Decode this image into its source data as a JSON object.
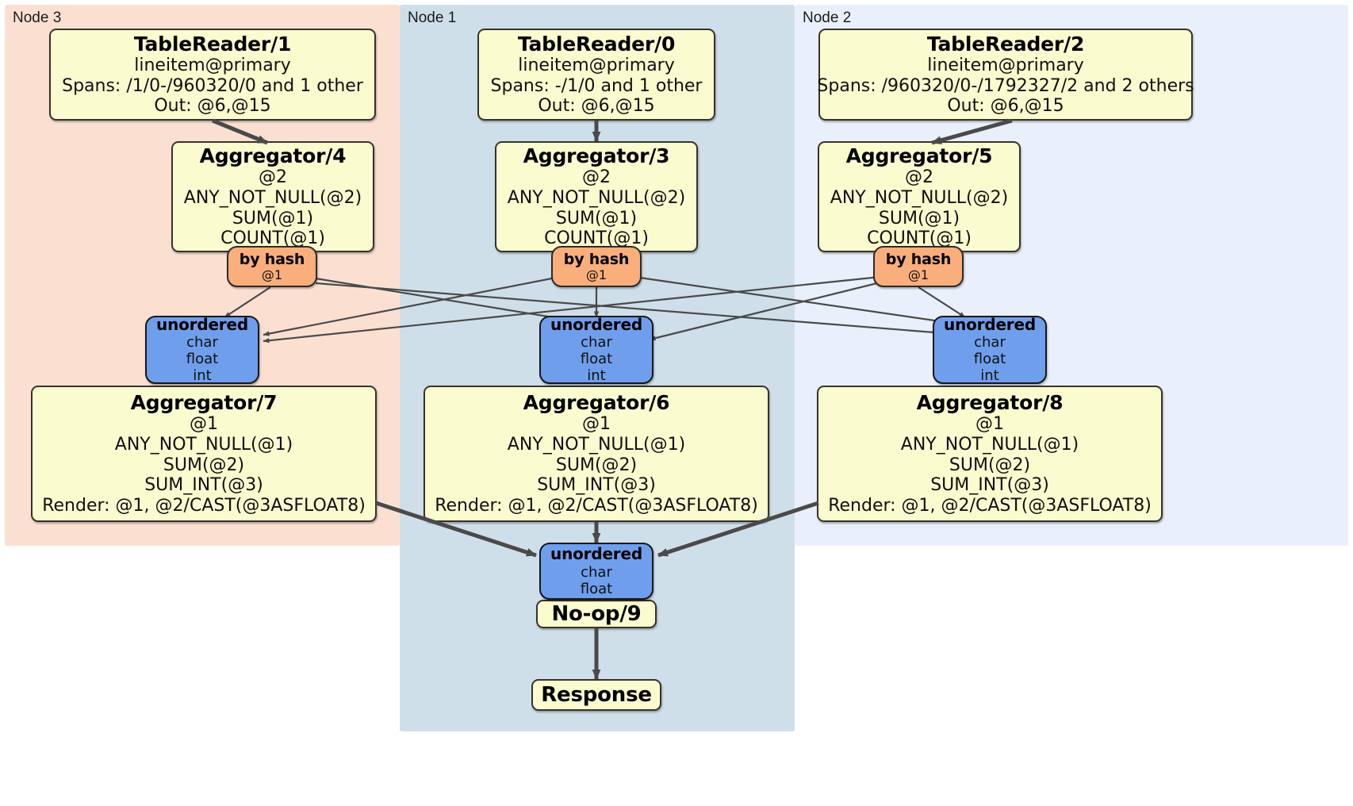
{
  "diagram": {
    "type": "distributed-query-plan",
    "colors": {
      "node3_panel": "#fbe0d2",
      "node1_panel": "#cfdfea",
      "node2_panel": "#eaf0fb",
      "processor_fill": "#fbfbd0",
      "router_fill": "#f9ae7b",
      "sync_fill": "#6f9fec",
      "edge_stroke": "#4a4a4a"
    },
    "panels": [
      {
        "id": "node3",
        "label": "Node 3"
      },
      {
        "id": "node1",
        "label": "Node 1"
      },
      {
        "id": "node2",
        "label": "Node 2"
      }
    ],
    "nodes": {
      "tablereader1": {
        "title": "TableReader/1",
        "lines": [
          "lineitem@primary",
          "Spans: /1/0-/960320/0 and 1 other",
          "Out: @6,@15"
        ]
      },
      "tablereader0": {
        "title": "TableReader/0",
        "lines": [
          "lineitem@primary",
          "Spans: -/1/0 and 1 other",
          "Out: @6,@15"
        ]
      },
      "tablereader2": {
        "title": "TableReader/2",
        "lines": [
          "lineitem@primary",
          "Spans: /960320/0-/1792327/2 and 2 others",
          "Out: @6,@15"
        ]
      },
      "aggregator4": {
        "title": "Aggregator/4",
        "lines": [
          "@2",
          "ANY_NOT_NULL(@2)",
          "SUM(@1)",
          "COUNT(@1)"
        ]
      },
      "aggregator3": {
        "title": "Aggregator/3",
        "lines": [
          "@2",
          "ANY_NOT_NULL(@2)",
          "SUM(@1)",
          "COUNT(@1)"
        ]
      },
      "aggregator5": {
        "title": "Aggregator/5",
        "lines": [
          "@2",
          "ANY_NOT_NULL(@2)",
          "SUM(@1)",
          "COUNT(@1)"
        ]
      },
      "byhash_left": {
        "title": "by hash",
        "lines": [
          "@1"
        ]
      },
      "byhash_center": {
        "title": "by hash",
        "lines": [
          "@1"
        ]
      },
      "byhash_right": {
        "title": "by hash",
        "lines": [
          "@1"
        ]
      },
      "unordered_left": {
        "title": "unordered",
        "lines": [
          "char",
          "float",
          "int"
        ]
      },
      "unordered_center": {
        "title": "unordered",
        "lines": [
          "char",
          "float",
          "int"
        ]
      },
      "unordered_right": {
        "title": "unordered",
        "lines": [
          "char",
          "float",
          "int"
        ]
      },
      "aggregator7": {
        "title": "Aggregator/7",
        "lines": [
          "@1",
          "ANY_NOT_NULL(@1)",
          "SUM(@2)",
          "SUM_INT(@3)",
          "Render: @1, @2/CAST(@3ASFLOAT8)"
        ]
      },
      "aggregator6": {
        "title": "Aggregator/6",
        "lines": [
          "@1",
          "ANY_NOT_NULL(@1)",
          "SUM(@2)",
          "SUM_INT(@3)",
          "Render: @1, @2/CAST(@3ASFLOAT8)"
        ]
      },
      "aggregator8": {
        "title": "Aggregator/8",
        "lines": [
          "@1",
          "ANY_NOT_NULL(@1)",
          "SUM(@2)",
          "SUM_INT(@3)",
          "Render: @1, @2/CAST(@3ASFLOAT8)"
        ]
      },
      "unordered_final": {
        "title": "unordered",
        "lines": [
          "char",
          "float"
        ]
      },
      "noop9": {
        "title": "No-op/9",
        "lines": []
      },
      "response": {
        "title": "Response",
        "lines": []
      }
    }
  }
}
